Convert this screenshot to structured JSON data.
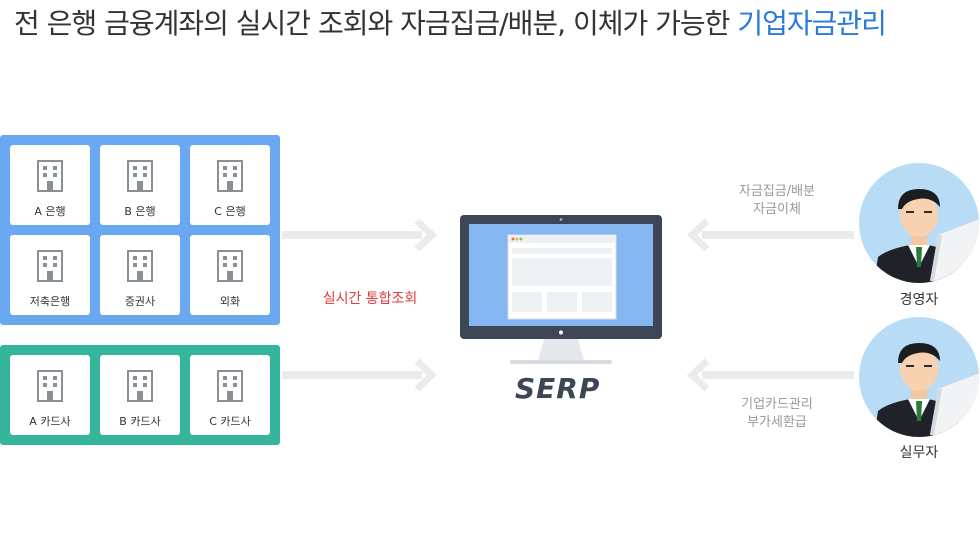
{
  "headline": {
    "prefix": "전 은행 금융계좌의 실시간 조회와 자금집금/배분, 이체가 가능한 ",
    "accent": "기업자금관리",
    "accent_color": "#2a7bd8"
  },
  "banks": {
    "color": "#6aa9f2",
    "icon": "building-icon",
    "items": [
      "A 은행",
      "B 은행",
      "C 은행",
      "저축은행",
      "증권사",
      "외화"
    ]
  },
  "cards": {
    "color": "#36b59d",
    "icon": "building-icon",
    "items": [
      "A 카드사",
      "B 카드사",
      "C 카드사"
    ]
  },
  "center": {
    "query_label": "실시간 통합조회",
    "query_color": "#e03a3a",
    "system_name": "SERP"
  },
  "users": [
    {
      "label": "경영자",
      "task_lines": [
        "자금집금/배분",
        "자금이체"
      ]
    },
    {
      "label": "실무자",
      "task_lines": [
        "기업카드관리",
        "부가세환급"
      ]
    }
  ]
}
